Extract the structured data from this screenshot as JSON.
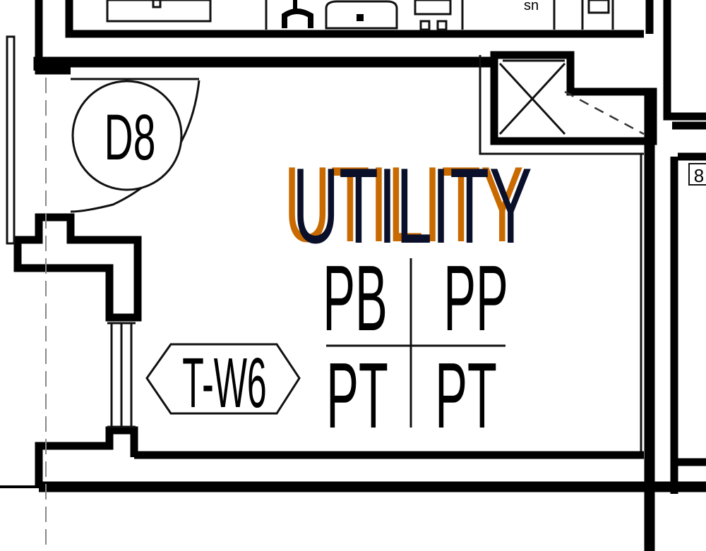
{
  "room": {
    "name": "UTILITY",
    "name_color": "#0a0f2a",
    "name_fringe_color": "#c96a00"
  },
  "finish_legend": {
    "top_left": "PB",
    "top_right": "PP",
    "bottom_left": "PT",
    "bottom_right": "PT"
  },
  "door_tag": {
    "label": "D8"
  },
  "wall_tag": {
    "label": "T-W6"
  },
  "offscreen_tag": {
    "label": "8"
  },
  "colors": {
    "line": "#000000",
    "paper": "#ffffff",
    "hidden_line": "#888888"
  }
}
